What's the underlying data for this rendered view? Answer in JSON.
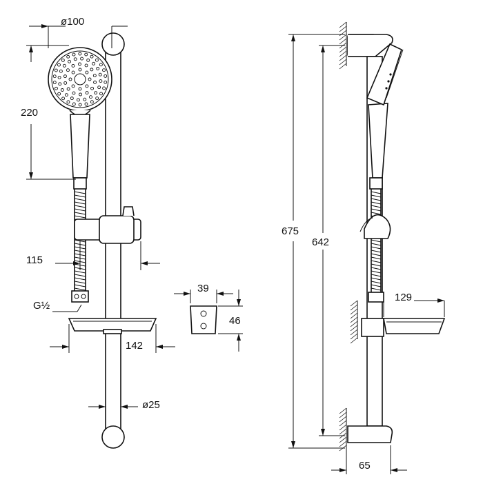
{
  "dimensions": {
    "head_diameter": "ø100",
    "handshower_length": "220",
    "hose_offset": "115",
    "connection_thread": "G½",
    "soap_dish_width": "142",
    "bar_diameter": "ø25",
    "bracket_width": "39",
    "bracket_height": "46",
    "total_height": "675",
    "fixing_distance": "642",
    "dish_projection": "129",
    "wall_projection": "65"
  }
}
